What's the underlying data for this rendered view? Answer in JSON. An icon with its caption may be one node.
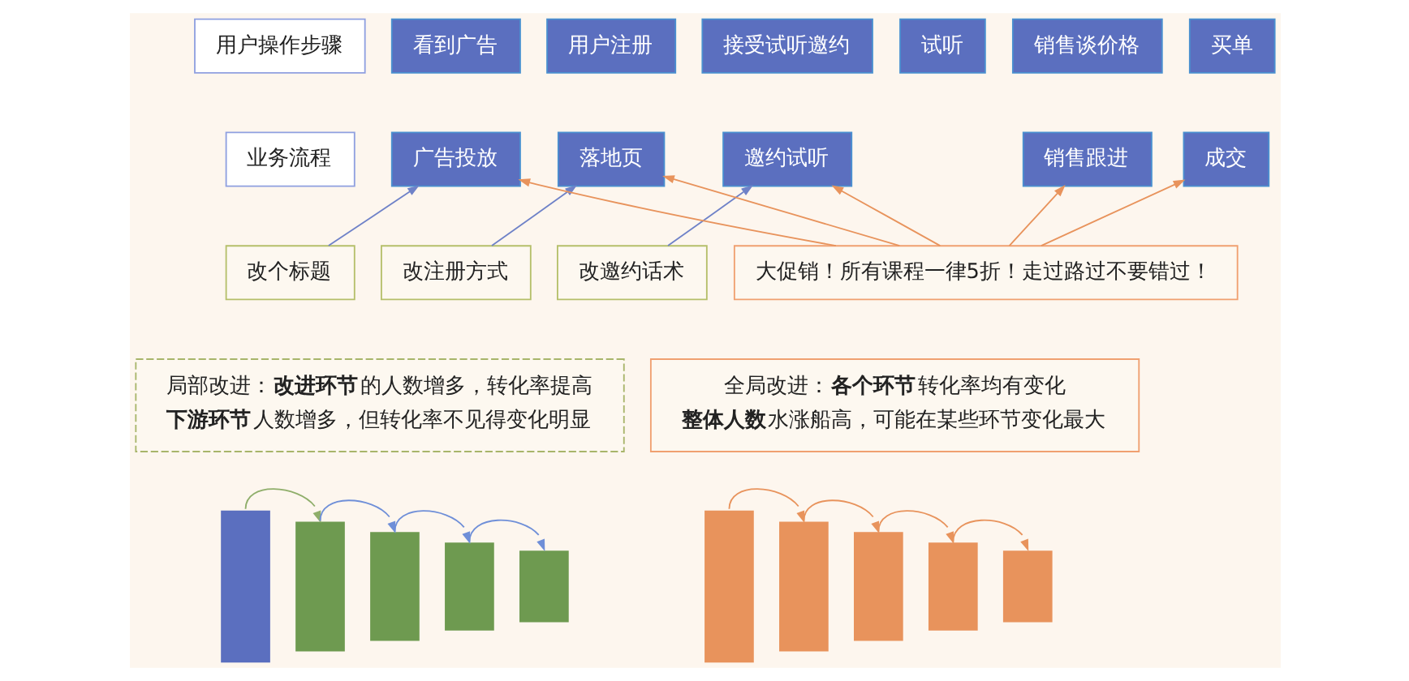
{
  "diagram": {
    "nodes": [
      {
        "text": [
          "用户操作步骤"
        ]
      },
      {
        "text": [
          "看到广告"
        ]
      },
      {
        "text": [
          "用户注册"
        ]
      },
      {
        "text": [
          "接受试听邀约"
        ]
      },
      {
        "text": [
          "试听"
        ]
      },
      {
        "text": [
          "销售谈价格"
        ]
      },
      {
        "text": [
          "买单"
        ]
      },
      {
        "text": [
          "业务流程"
        ]
      },
      {
        "text": [
          "广告投放"
        ]
      },
      {
        "text": [
          "落地页"
        ]
      },
      {
        "text": [
          "邀约试听"
        ]
      },
      {
        "text": [
          "销售跟进"
        ]
      },
      {
        "text": [
          "成交"
        ]
      },
      {
        "text": [
          "改个标题"
        ]
      },
      {
        "text": [
          "改注册方式"
        ]
      },
      {
        "text": [
          "改邀约话术"
        ]
      },
      {
        "text": [
          "大促销！所有课程一律5折！走过路过不要错过！"
        ]
      },
      {
        "text": [
          "局部改进：**改进环节**的人数增多，转化率提高",
          "**下游环节**人数增多，但转化率不见得变化明显"
        ]
      },
      {
        "text": [
          "全局改进：**各个环节**转化率均有变化",
          "**整体人数**水涨船高，可能在某些环节变化最大"
        ]
      },
      {
        "text": [],
        "shape": "bar"
      },
      {
        "text": [],
        "shape": "bar"
      },
      {
        "text": [],
        "shape": "bar"
      },
      {
        "text": [],
        "shape": "bar"
      },
      {
        "text": [],
        "shape": "bar"
      },
      {
        "text": [],
        "shape": "bar"
      },
      {
        "text": [],
        "shape": "bar"
      },
      {
        "text": [],
        "shape": "bar"
      },
      {
        "text": [],
        "shape": "bar"
      },
      {
        "text": [],
        "shape": "bar"
      }
    ],
    "edges": [
      {
        "from": 13,
        "to": 8,
        "arrow": "to",
        "color": "#6f82c8"
      },
      {
        "from": 14,
        "to": 9,
        "arrow": "to",
        "color": "#6f82c8"
      },
      {
        "from": 15,
        "to": 10,
        "arrow": "to",
        "color": "#6f82c8"
      },
      {
        "from": 16,
        "to": 8,
        "arrow": "to"
      },
      {
        "from": 16,
        "to": 9,
        "arrow": "to"
      },
      {
        "from": 16,
        "to": 10,
        "arrow": "to"
      },
      {
        "from": 16,
        "to": 11,
        "arrow": "to"
      },
      {
        "from": 16,
        "to": 12,
        "arrow": "to"
      },
      {
        "from": 19,
        "to": 20,
        "arrow": "to",
        "color": "#8fae6a"
      },
      {
        "from": 20,
        "to": 21,
        "arrow": "to",
        "color": "#6f8fd8"
      },
      {
        "from": 21,
        "to": 22,
        "arrow": "to",
        "color": "#6f8fd8"
      },
      {
        "from": 22,
        "to": 23,
        "arrow": "to",
        "color": "#6f8fd8"
      },
      {
        "from": 24,
        "to": 25,
        "arrow": "to"
      },
      {
        "from": 25,
        "to": 26,
        "arrow": "to"
      },
      {
        "from": 26,
        "to": 27,
        "arrow": "to"
      },
      {
        "from": 27,
        "to": 28,
        "arrow": "to"
      }
    ]
  }
}
